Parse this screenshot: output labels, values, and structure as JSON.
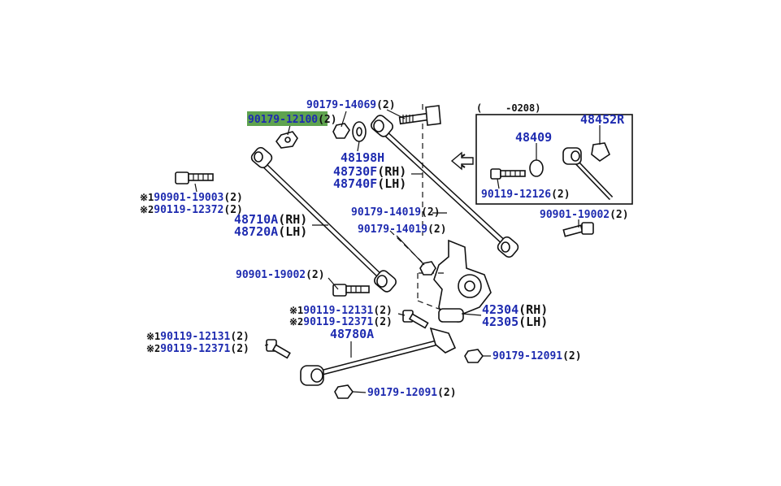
{
  "colors": {
    "label": "#1e2bb0",
    "quantity": "#111111",
    "highlight": "#5fa34f",
    "lines": "#111111"
  },
  "labels": {
    "p90179_14069": "90179-14069",
    "q90179_14069": "(2)",
    "p90179_12100": "90179-12100",
    "q90179_12100": "(2)",
    "p48198H": "48198H",
    "p48730F": "48730F",
    "q48730F": "(RH)",
    "p48740F": "48740F",
    "q48740F": "(LH)",
    "p90179_14019a": "90179-14019",
    "q90179_14019a": "(2)",
    "p90179_14019b": "90179-14019",
    "q90179_14019b": "(2)",
    "m1a": "※1",
    "p90901_19003": "90901-19003",
    "q90901_19003": "(2)",
    "m2a": "※2",
    "p90119_12372": "90119-12372",
    "q90119_12372": "(2)",
    "p48710A": "48710A",
    "q48710A": "(RH)",
    "p48720A": "48720A",
    "q48720A": "(LH)",
    "p90901_19002a": "90901-19002",
    "q90901_19002a": "(2)",
    "m1b": "※1",
    "p90119_12131a": "90119-12131",
    "q90119_12131a": "(2)",
    "m2b": "※2",
    "p90119_12371a": "90119-12371",
    "q90119_12371a": "(2)",
    "p48780A": "48780A",
    "m1c": "※1",
    "p90119_12131b": "90119-12131",
    "q90119_12131b": "(2)",
    "m2c": "※2",
    "p90119_12371b": "90119-12371",
    "q90119_12371b": "(2)",
    "p42304": "42304",
    "q42304": "(RH)",
    "p42305": "42305",
    "q42305": "(LH)",
    "p90179_12091a": "90179-12091",
    "q90179_12091a": "(2)",
    "p90179_12091b": "90179-12091",
    "q90179_12091b": "(2)",
    "p90901_19002b": "90901-19002",
    "q90901_19002b": "(2)",
    "inset_range": "(    -0208)",
    "p48452R": "48452R",
    "p48409": "48409",
    "p90119_12126": "90119-12126",
    "q90119_12126": "(2)"
  }
}
